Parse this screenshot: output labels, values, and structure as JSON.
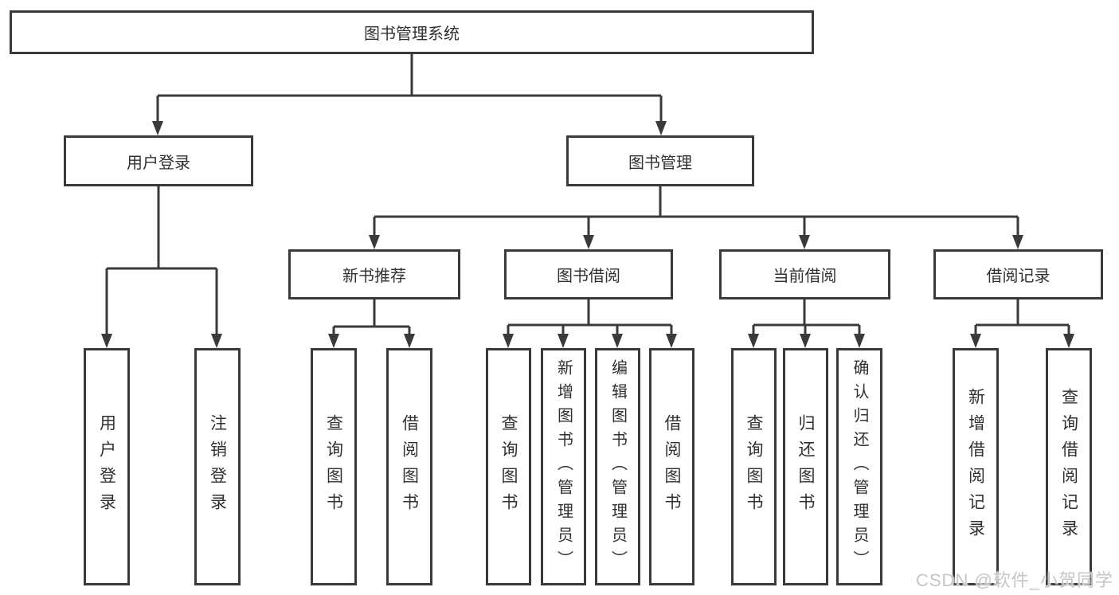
{
  "diagram": {
    "root": {
      "label": "图书管理系统"
    },
    "branches": [
      {
        "label": "用户登录",
        "children": [
          {
            "label": "用户登录"
          },
          {
            "label": "注销登录"
          }
        ]
      },
      {
        "label": "图书管理",
        "children": [
          {
            "label": "新书推荐",
            "children": [
              {
                "label": "查询图书"
              },
              {
                "label": "借阅图书"
              }
            ]
          },
          {
            "label": "图书借阅",
            "children": [
              {
                "label": "查询图书"
              },
              {
                "label": "新增图书（管理员）"
              },
              {
                "label": "编辑图书（管理员）"
              },
              {
                "label": "借阅图书"
              }
            ]
          },
          {
            "label": "当前借阅",
            "children": [
              {
                "label": "查询图书"
              },
              {
                "label": "归还图书"
              },
              {
                "label": "确认归还（管理员）"
              }
            ]
          },
          {
            "label": "借阅记录",
            "children": [
              {
                "label": "新增借阅记录"
              },
              {
                "label": "查询借阅记录"
              }
            ]
          }
        ]
      }
    ]
  },
  "watermark": {
    "text": "CSDN @软件_小贺同学",
    "color": "#c6c6c6"
  },
  "colors": {
    "line": "#3a3a3a",
    "text": "#303030",
    "box_fill": "#ffffff",
    "background": "#ffffff"
  }
}
